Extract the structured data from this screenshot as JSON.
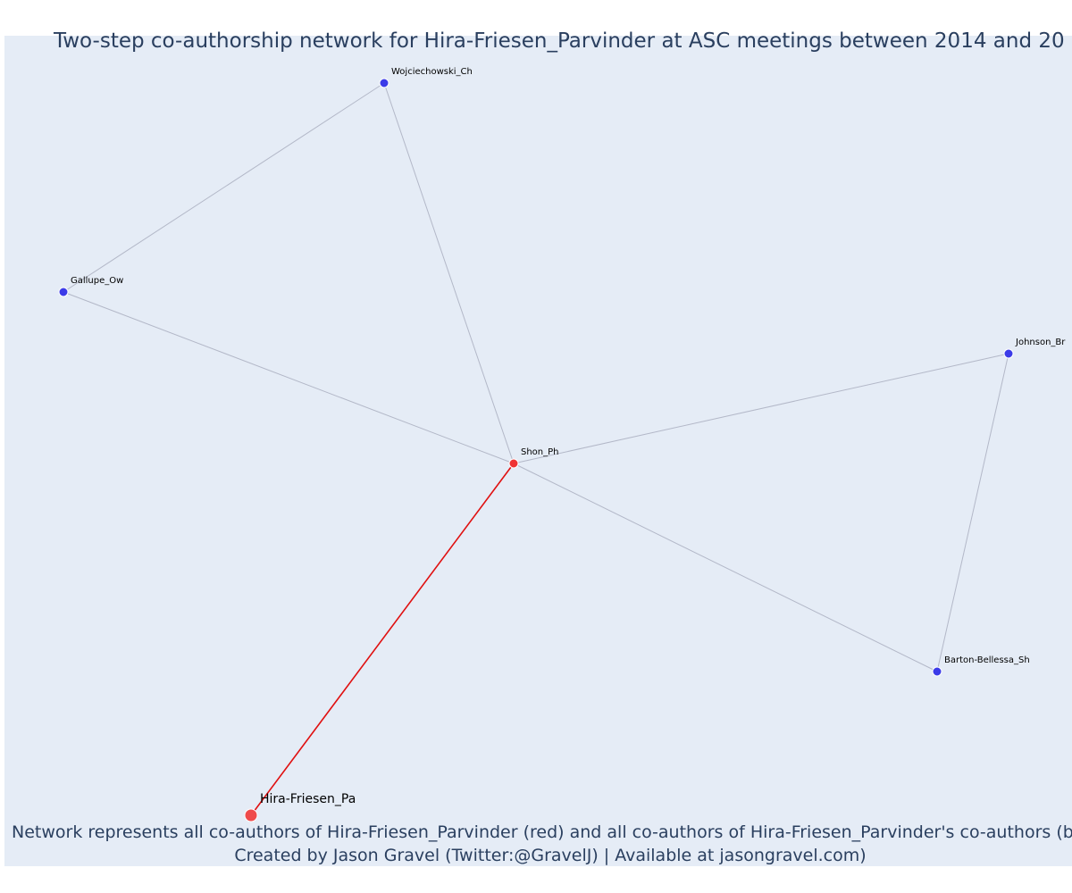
{
  "title": "Two-step co-authorship network for Hira-Friesen_Parvinder at ASC meetings between 2014 and 20",
  "caption": {
    "line1": "Network represents all co-authors of Hira-Friesen_Parvinder (red) and all co-authors of Hira-Friesen_Parvinder's co-authors (blue",
    "line2": "Created by Jason Gravel (Twitter:@GravelJ) | Available at jasongravel.com)"
  },
  "colors": {
    "plot_background": "#e5ecf6",
    "text": "#2a3f5f",
    "focal_node": "#ef4b4b",
    "coauthor_node": "#ef3333",
    "second_step_node": "#3b3be8",
    "focal_edge": "#e01010",
    "other_edge": "#b3b8c8"
  },
  "chart_data": {
    "type": "network",
    "nodes": [
      {
        "id": "hira",
        "label": "Hira-Friesen_Pa",
        "group": "focal"
      },
      {
        "id": "shon",
        "label": "Shon_Ph",
        "group": "coauthor"
      },
      {
        "id": "wojciechowski",
        "label": "Wojciechowski_Ch",
        "group": "second_step"
      },
      {
        "id": "gallupe",
        "label": "Gallupe_Ow",
        "group": "second_step"
      },
      {
        "id": "johnson",
        "label": "Johnson_Br",
        "group": "second_step"
      },
      {
        "id": "barton",
        "label": "Barton-Bellessa_Sh",
        "group": "second_step"
      }
    ],
    "edges": [
      {
        "source": "hira",
        "target": "shon",
        "kind": "focal"
      },
      {
        "source": "shon",
        "target": "wojciechowski",
        "kind": "other"
      },
      {
        "source": "shon",
        "target": "gallupe",
        "kind": "other"
      },
      {
        "source": "shon",
        "target": "johnson",
        "kind": "other"
      },
      {
        "source": "shon",
        "target": "barton",
        "kind": "other"
      },
      {
        "source": "wojciechowski",
        "target": "gallupe",
        "kind": "other"
      },
      {
        "source": "johnson",
        "target": "barton",
        "kind": "other"
      }
    ]
  }
}
